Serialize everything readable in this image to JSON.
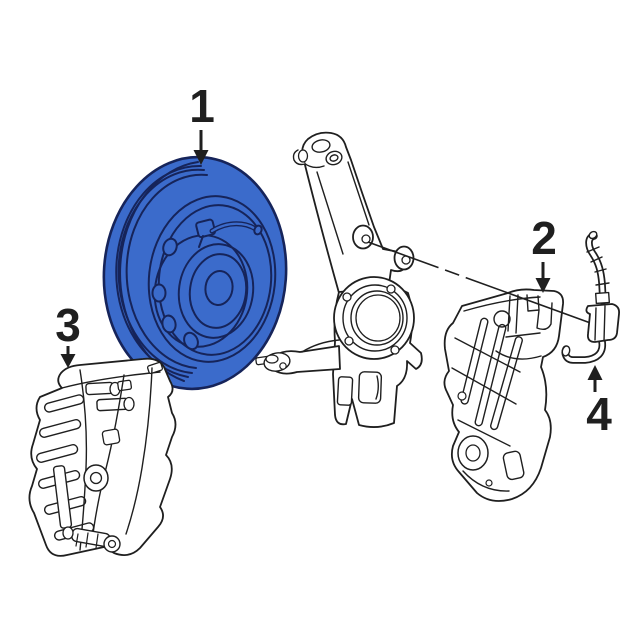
{
  "image": {
    "kind": "auto-parts-line-diagram",
    "colors": {
      "background": "#ffffff",
      "line": "#1f1f1f",
      "highlight-fill": "#3b6bcb",
      "highlight-line": "#16245a"
    }
  },
  "callouts": [
    {
      "number": "1",
      "part": "disc-brake-rotor",
      "highlighted": true,
      "arrow_direction": "down"
    },
    {
      "number": "2",
      "part": "brake-splash-shield",
      "highlighted": false,
      "arrow_direction": "down"
    },
    {
      "number": "3",
      "part": "brake-caliper",
      "highlighted": false,
      "arrow_direction": "down"
    },
    {
      "number": "4",
      "part": "brake-hydraulic-hose",
      "highlighted": false,
      "arrow_direction": "up"
    }
  ]
}
